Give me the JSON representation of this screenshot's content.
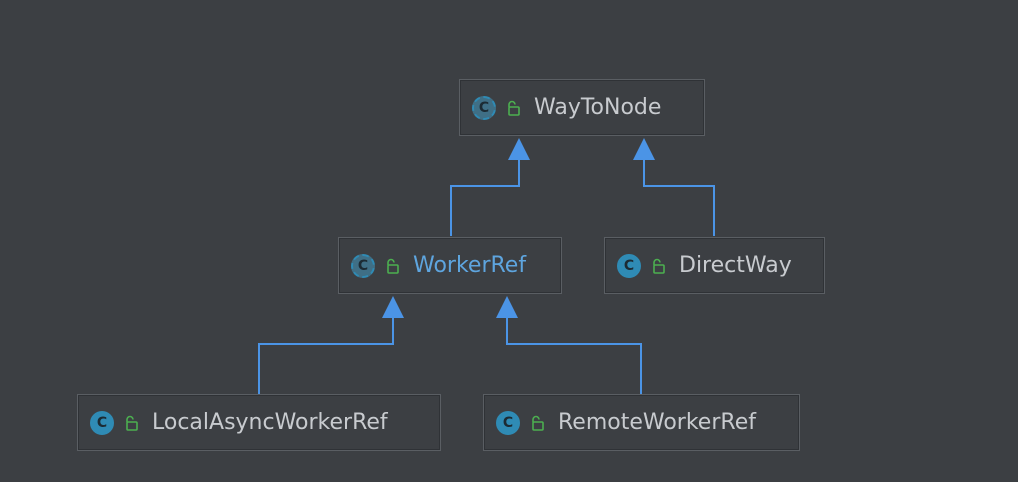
{
  "diagram": {
    "nodes": [
      {
        "id": "waytonode",
        "label": "WayToNode",
        "abstract": true,
        "label_color": "#c8cbcf"
      },
      {
        "id": "workerref",
        "label": "WorkerRef",
        "abstract": true,
        "label_color": "#5ea5df"
      },
      {
        "id": "directway",
        "label": "DirectWay",
        "abstract": false,
        "label_color": "#c8cbcf"
      },
      {
        "id": "localasync",
        "label": "LocalAsyncWorkerRef",
        "abstract": false,
        "label_color": "#c8cbcf"
      },
      {
        "id": "remote",
        "label": "RemoteWorkerRef",
        "abstract": false,
        "label_color": "#c8cbcf"
      }
    ],
    "edges": [
      {
        "from": "workerref",
        "to": "waytonode",
        "type": "extends"
      },
      {
        "from": "directway",
        "to": "waytonode",
        "type": "extends"
      },
      {
        "from": "localasync",
        "to": "workerref",
        "type": "extends"
      },
      {
        "from": "remote",
        "to": "workerref",
        "type": "extends"
      }
    ],
    "class_icon_letter": "C",
    "icons": {
      "class": "class-c-icon",
      "visibility": "unlocked-icon"
    },
    "colors": {
      "background": "#3c3f43",
      "edge": "#4b94e6",
      "icon_fill": "#2f8bb5",
      "lock": "#4caf50"
    }
  }
}
